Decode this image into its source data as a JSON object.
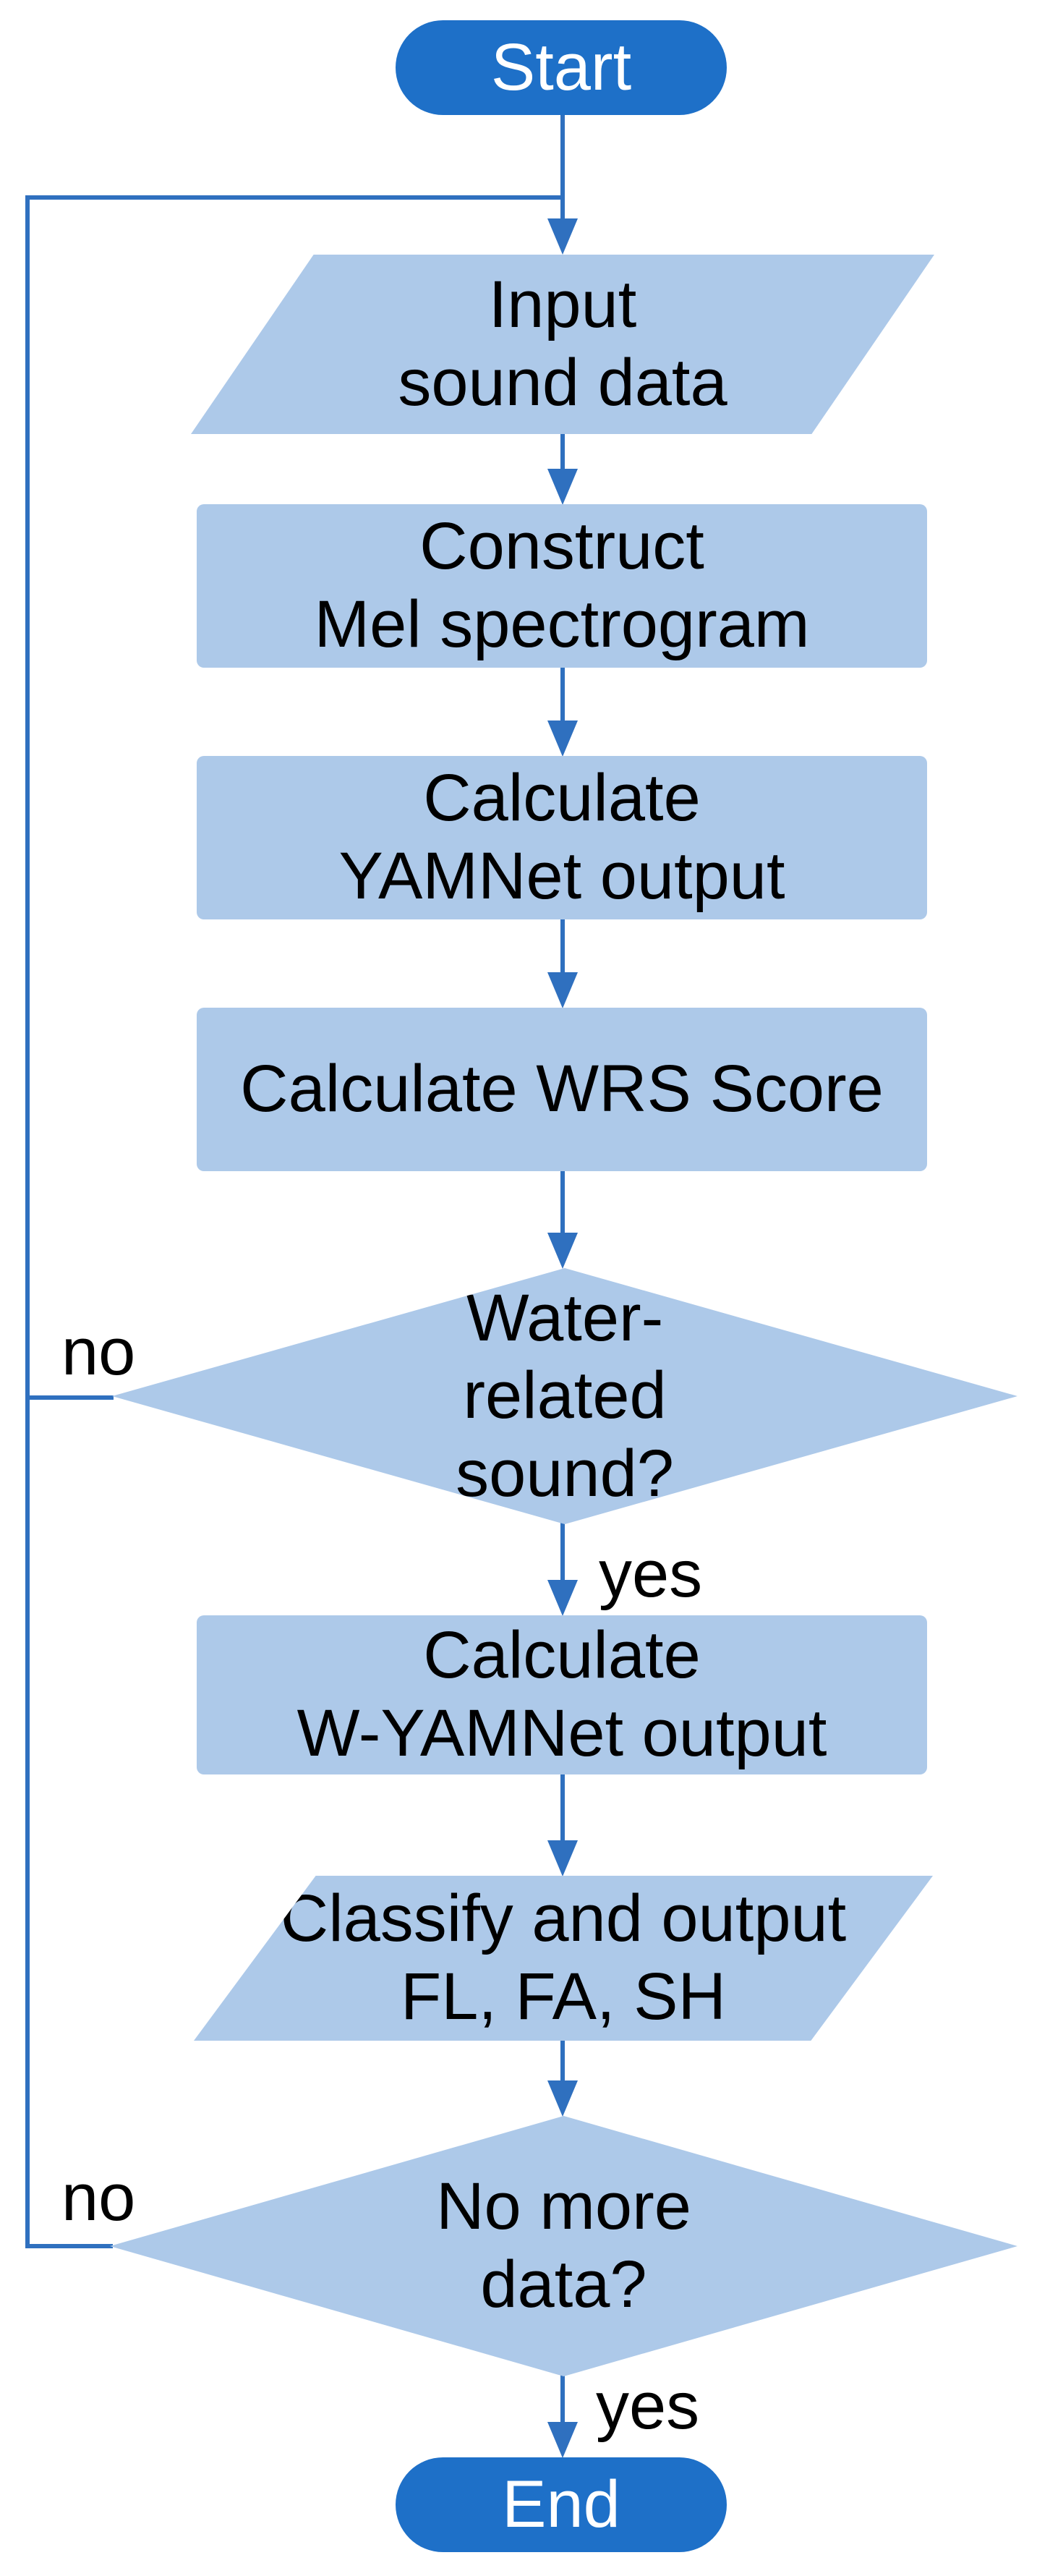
{
  "flowchart": {
    "nodes": {
      "start": "Start",
      "input_sound": "Input\nsound data",
      "construct_mel": "Construct\nMel spectrogram",
      "calc_yamnet": "Calculate\nYAMNet output",
      "calc_wrs": "Calculate WRS Score",
      "water_related": "Water-\nrelated\nsound?",
      "calc_wyamnet": "Calculate\nW-YAMNet output",
      "classify_output": "Classify and output\nFL, FA, SH",
      "no_more_data": "No more\ndata?",
      "end": "End"
    },
    "edge_labels": {
      "water_no": "no",
      "water_yes": "yes",
      "data_no": "no",
      "data_yes": "yes"
    },
    "colors": {
      "terminal_fill": "#1e70c8",
      "shape_fill": "#adc9e9",
      "connector": "#2f70bf",
      "node_text": "#000000",
      "terminal_text": "#ffffff"
    }
  }
}
